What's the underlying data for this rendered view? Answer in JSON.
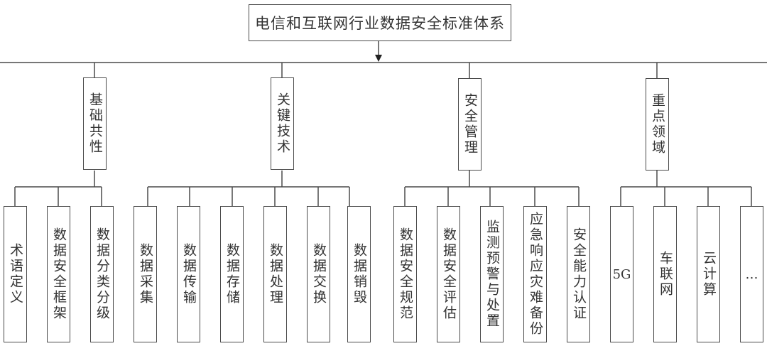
{
  "diagram": {
    "title": "电信和互联网行业数据安全标准体系",
    "categories": [
      {
        "label": "基础共性",
        "children": [
          "术语定义",
          "数据安全框架",
          "数据分类分级"
        ]
      },
      {
        "label": "关键技术",
        "children": [
          "数据采集",
          "数据传输",
          "数据存储",
          "数据处理",
          "数据交换",
          "数据销毁"
        ]
      },
      {
        "label": "安全管理",
        "children": [
          "数据安全规范",
          "数据安全评估",
          "监测预警与处置",
          "应急响应灾难备份",
          "安全能力认证"
        ]
      },
      {
        "label": "重点领域",
        "children": [
          "5G",
          "车联网",
          "云计算",
          "…"
        ]
      }
    ],
    "line_color": "#4a4a4a"
  }
}
